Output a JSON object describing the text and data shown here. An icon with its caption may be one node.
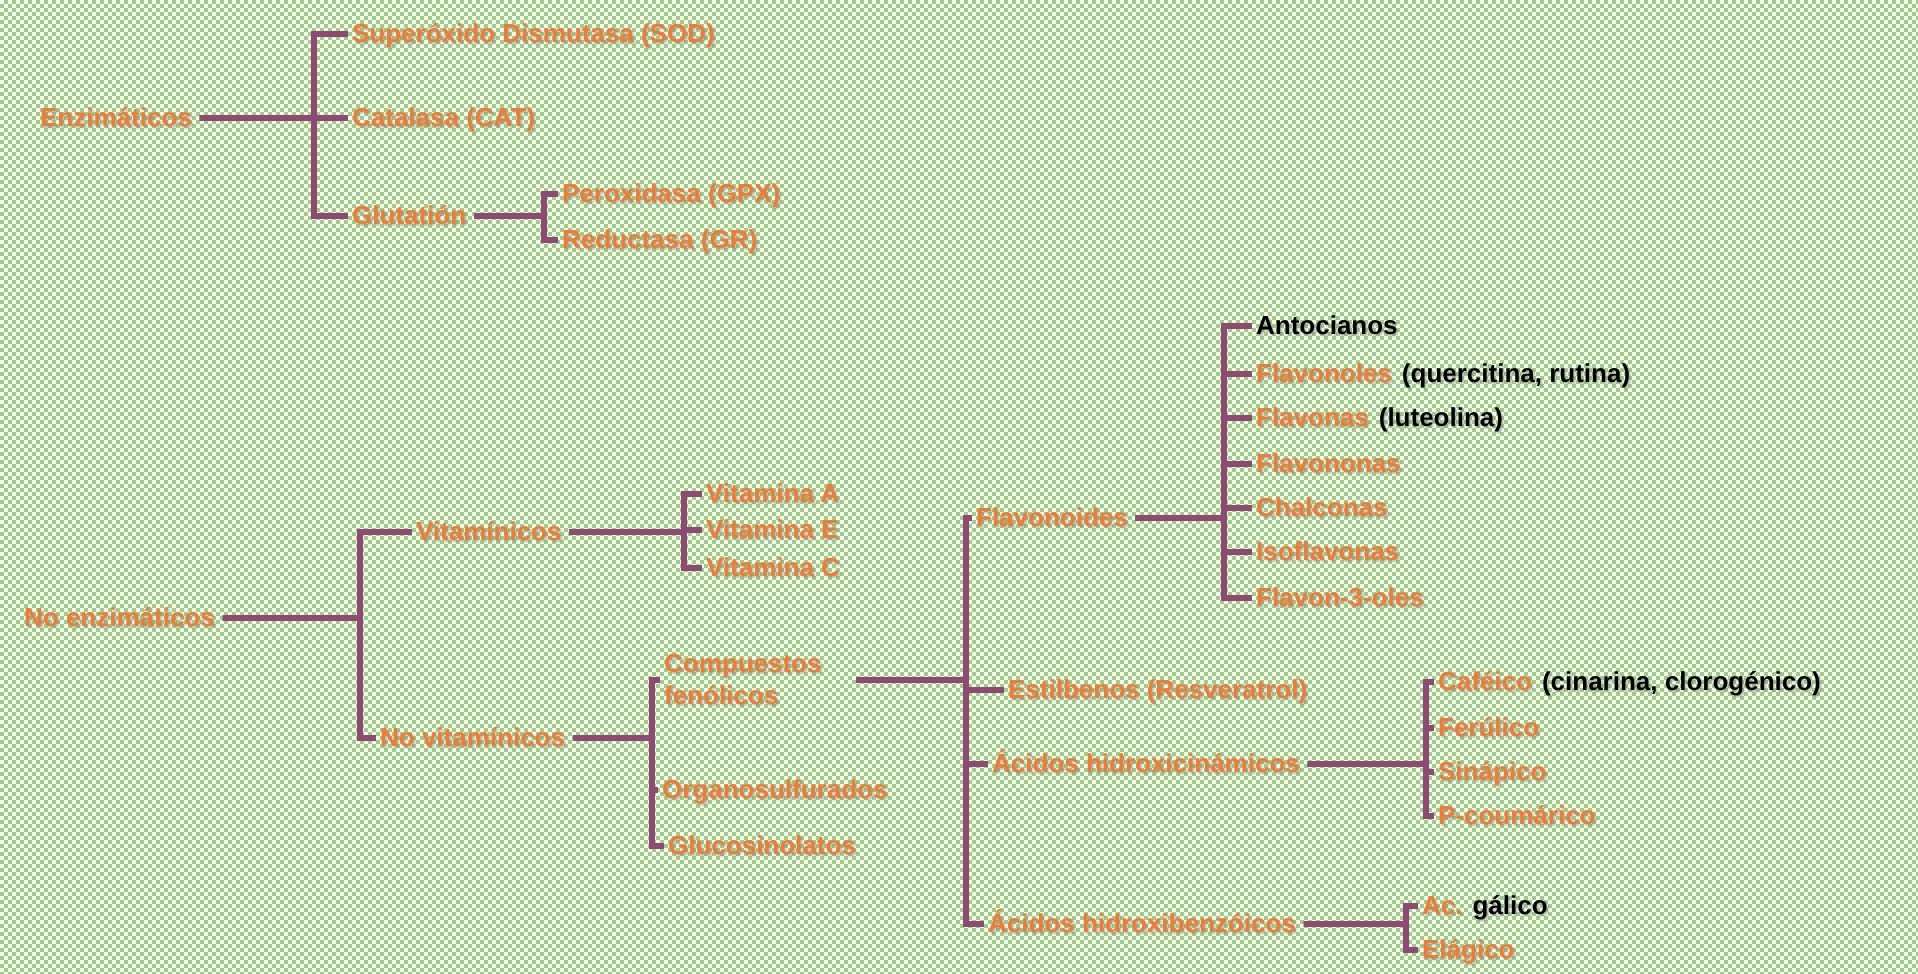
{
  "diagram": {
    "nodes": [
      {
        "text": [
          "Enzimáticos"
        ]
      },
      {
        "text": [
          "Superóxido Dismutasa (SOD)"
        ]
      },
      {
        "text": [
          "Catalasa (CAT)"
        ]
      },
      {
        "text": [
          "Glutatión"
        ]
      },
      {
        "text": [
          "Peroxidasa (GPX)"
        ]
      },
      {
        "text": [
          "Reductasa (GR)"
        ]
      },
      {
        "text": [
          "No  enzimáticos"
        ]
      },
      {
        "text": [
          "Vitamínicos"
        ]
      },
      {
        "text": [
          "Vitamina A"
        ]
      },
      {
        "text": [
          "Vitamina E"
        ]
      },
      {
        "text": [
          "Vitamina C"
        ]
      },
      {
        "text": [
          "No vitamínicos"
        ]
      },
      {
        "text": [
          "Compuestos fenólicos"
        ]
      },
      {
        "text": [
          "Organosulfurados"
        ]
      },
      {
        "text": [
          "Glucosinolatos"
        ]
      },
      {
        "text": [
          "Flavonoides"
        ]
      },
      {
        "text": [
          "Antocianos"
        ]
      },
      {
        "text": [
          "Flavonoles",
          "(quercitina, rutina)"
        ]
      },
      {
        "text": [
          "Flavonas",
          "(luteolina)"
        ]
      },
      {
        "text": [
          "Flavononas"
        ]
      },
      {
        "text": [
          "Chalconas"
        ]
      },
      {
        "text": [
          "Isoflavonas"
        ]
      },
      {
        "text": [
          "Flavon-3-oles"
        ]
      },
      {
        "text": [
          "Estilbenos (Resveratrol)"
        ]
      },
      {
        "text": [
          "Ácidos hidroxicinámicos"
        ]
      },
      {
        "text": [
          "Caféico",
          "(cinarina,  clorogénico)"
        ]
      },
      {
        "text": [
          "Ferúlico"
        ]
      },
      {
        "text": [
          "Sinápico"
        ]
      },
      {
        "text": [
          "P-coumárico"
        ]
      },
      {
        "text": [
          "Ácidos hidroxibenzóicos"
        ]
      },
      {
        "text": [
          "Ac.",
          "gálico"
        ]
      },
      {
        "text": [
          "Elágico"
        ]
      }
    ],
    "edges": [
      {
        "from": 0,
        "to": 1,
        "arrow": "none"
      },
      {
        "from": 0,
        "to": 2,
        "arrow": "none"
      },
      {
        "from": 0,
        "to": 3,
        "arrow": "none"
      },
      {
        "from": 3,
        "to": 4,
        "arrow": "none"
      },
      {
        "from": 3,
        "to": 5,
        "arrow": "none"
      },
      {
        "from": 6,
        "to": 7,
        "arrow": "none"
      },
      {
        "from": 6,
        "to": 11,
        "arrow": "none"
      },
      {
        "from": 7,
        "to": 8,
        "arrow": "none"
      },
      {
        "from": 7,
        "to": 9,
        "arrow": "none"
      },
      {
        "from": 7,
        "to": 10,
        "arrow": "none"
      },
      {
        "from": 11,
        "to": 12,
        "arrow": "none"
      },
      {
        "from": 11,
        "to": 13,
        "arrow": "none"
      },
      {
        "from": 11,
        "to": 14,
        "arrow": "none"
      },
      {
        "from": 12,
        "to": 15,
        "arrow": "none"
      },
      {
        "from": 12,
        "to": 23,
        "arrow": "none"
      },
      {
        "from": 12,
        "to": 24,
        "arrow": "none"
      },
      {
        "from": 12,
        "to": 29,
        "arrow": "none"
      },
      {
        "from": 15,
        "to": 16,
        "arrow": "none"
      },
      {
        "from": 15,
        "to": 17,
        "arrow": "none"
      },
      {
        "from": 15,
        "to": 18,
        "arrow": "none"
      },
      {
        "from": 15,
        "to": 19,
        "arrow": "none"
      },
      {
        "from": 15,
        "to": 20,
        "arrow": "none"
      },
      {
        "from": 15,
        "to": 21,
        "arrow": "none"
      },
      {
        "from": 15,
        "to": 22,
        "arrow": "none"
      },
      {
        "from": 24,
        "to": 25,
        "arrow": "none"
      },
      {
        "from": 24,
        "to": 26,
        "arrow": "none"
      },
      {
        "from": 24,
        "to": 27,
        "arrow": "none"
      },
      {
        "from": 24,
        "to": 28,
        "arrow": "none"
      },
      {
        "from": 29,
        "to": 30,
        "arrow": "none"
      },
      {
        "from": 29,
        "to": 31,
        "arrow": "none"
      }
    ]
  }
}
